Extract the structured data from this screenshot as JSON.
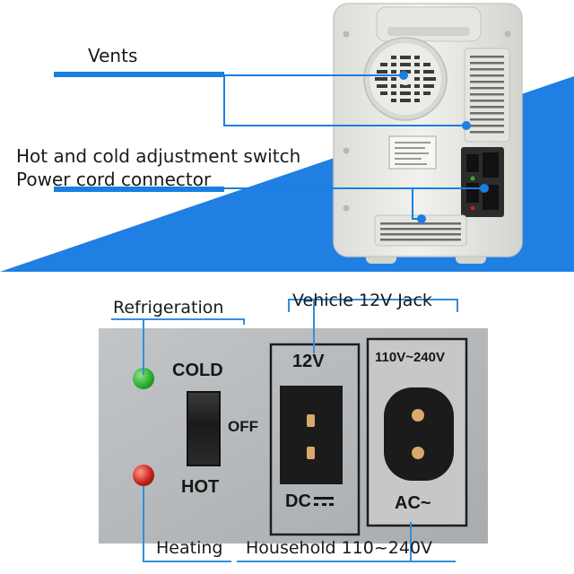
{
  "top": {
    "callouts": {
      "vents": "Vents",
      "switch": "Hot and cold adjustment switch",
      "power": "Power cord connector"
    },
    "icons": [
      "fan-grille-icon",
      "side-vent-icon",
      "bottom-vent-icon",
      "spec-sticker-icon"
    ],
    "colors": {
      "accent": "#1a7fe0",
      "fridge": "#ececea"
    }
  },
  "bottom": {
    "callouts": {
      "refrigeration": "Refrigeration",
      "vehicle": "Vehicle 12V Jack",
      "heating": "Heating",
      "household": "Household 110~240V"
    },
    "panel": {
      "cold": "COLD",
      "off": "OFF",
      "hot": "HOT",
      "dc_voltage": "12V",
      "dc": "DC",
      "ac_voltage": "110V~240V",
      "ac": "AC~"
    },
    "colors": {
      "line": "#2f8fe0",
      "panel": "#b5b8ba",
      "led_green": "#2bb02b",
      "led_red": "#c8221a"
    }
  }
}
